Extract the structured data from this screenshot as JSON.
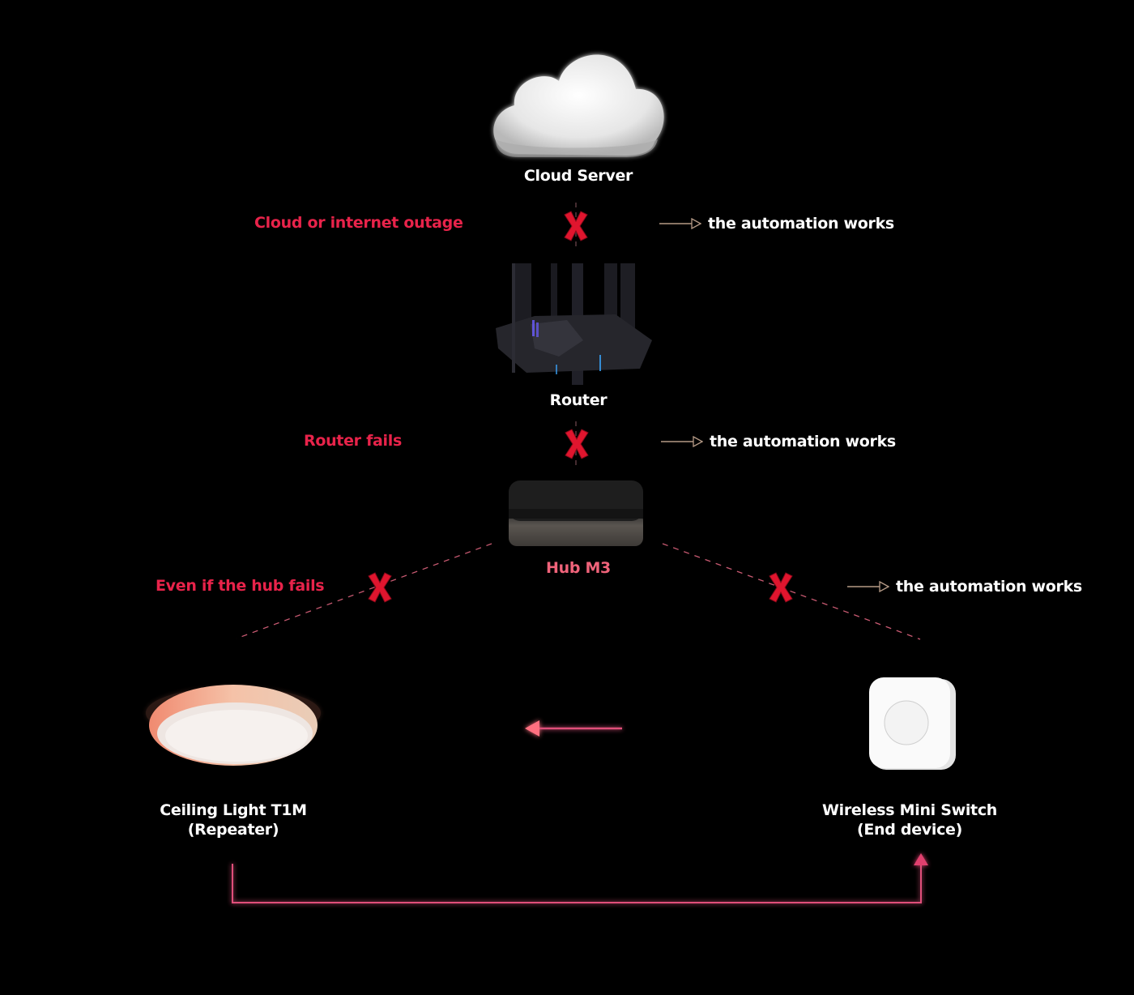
{
  "colors": {
    "background": "#000000",
    "failure_text": "#e8234a",
    "x_mark": "#e0152e",
    "hub_label": "#f0637a",
    "link_line": "#e0507a",
    "works_arrow": "#b59a86"
  },
  "nodes": {
    "cloud": {
      "label": "Cloud Server",
      "icon": "cloud-icon"
    },
    "router": {
      "label": "Router",
      "icon": "router-icon"
    },
    "hub": {
      "label": "Hub M3",
      "icon": "hub-icon"
    },
    "light": {
      "label_line1": "Ceiling Light T1M",
      "label_line2": "(Repeater)",
      "icon": "ceiling-light-icon"
    },
    "switch": {
      "label_line1": "Wireless Mini Switch",
      "label_line2": "(End device)",
      "icon": "wireless-switch-icon"
    }
  },
  "failures": [
    {
      "label": "Cloud or internet outage",
      "result": "the automation works"
    },
    {
      "label": "Router fails",
      "result": "the automation works"
    },
    {
      "label": "Even if the hub fails",
      "result": "the automation works"
    }
  ]
}
